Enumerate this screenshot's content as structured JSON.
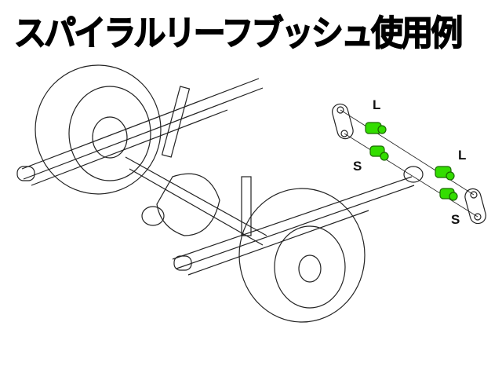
{
  "title": "スパイラルリーフブッシュ使用例",
  "labels": {
    "upper_left": "L",
    "lower_left": "S",
    "upper_right": "L",
    "lower_right": "S"
  },
  "colors": {
    "bushing": "#33dd00",
    "line": "#222222"
  }
}
